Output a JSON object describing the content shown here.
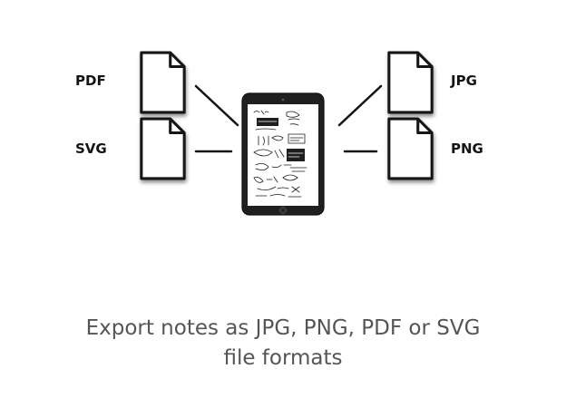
{
  "formats": {
    "pdf": "PDF",
    "svg": "SVG",
    "jpg": "JPG",
    "png": "PNG"
  },
  "icons": {
    "file": "file-icon",
    "tablet": "tablet-icon"
  },
  "colors": {
    "ink": "#141414",
    "caption": "#555555",
    "shadow": "#9a9a9a"
  },
  "caption": {
    "line1": "Export notes as JPG, PNG, PDF or SVG",
    "line2": "file formats"
  }
}
